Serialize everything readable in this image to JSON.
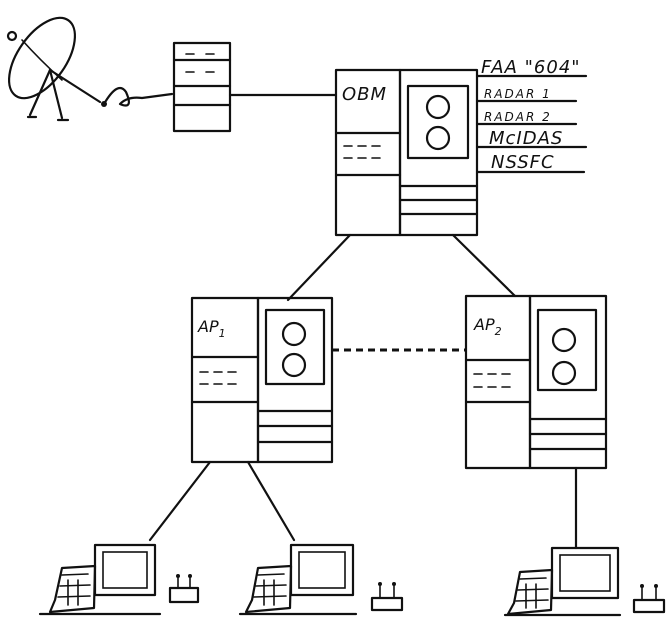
{
  "nodes": {
    "central": {
      "label": "OBM"
    },
    "ap1": {
      "label": "AP",
      "subscript": "1"
    },
    "ap2": {
      "label": "AP",
      "subscript": "2"
    }
  },
  "external_feeds": [
    "FAA \"604\"",
    "RADAR 1",
    "RADAR 2",
    "McIDAS",
    "NSSFC"
  ]
}
